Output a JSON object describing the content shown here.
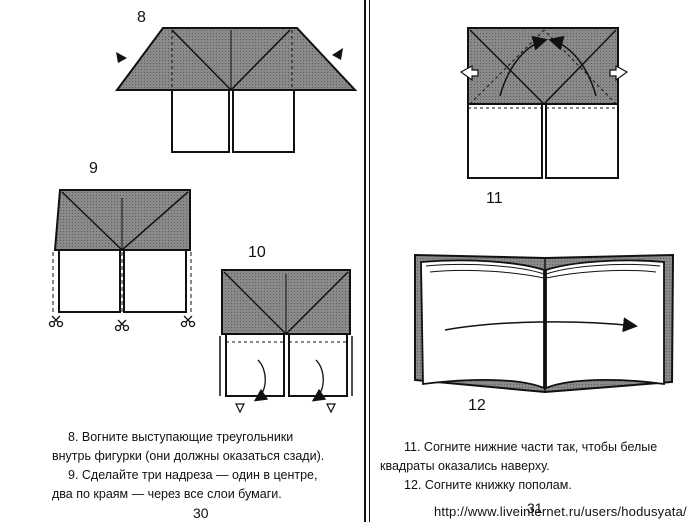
{
  "step_numbers": {
    "s8": "8",
    "s9": "9",
    "s10": "10",
    "s11": "11",
    "s12": "12"
  },
  "left_text": {
    "line1": "8. Вогните выступающие треугольники",
    "line2": "внутрь фигурки (они должны оказаться сзади).",
    "line3": "9. Сделайте три надреза — один в центре,",
    "line4": "два по краям — через все слои бумаги."
  },
  "right_text": {
    "line1": "11. Согните нижние части так, чтобы белые",
    "line2": "квадраты оказались наверху.",
    "line3": "12. Согните книжку пополам."
  },
  "page_numbers": {
    "left": "30",
    "right": "31"
  },
  "watermark_url": "http://www.liveinternet.ru/users/hodusyata/",
  "colors": {
    "fold_gray": "#8a8a8a",
    "ink": "#111111",
    "paper": "#ffffff"
  },
  "icons": {
    "scissors": "scissors-icon",
    "arrow": "fold-arrow-icon"
  }
}
